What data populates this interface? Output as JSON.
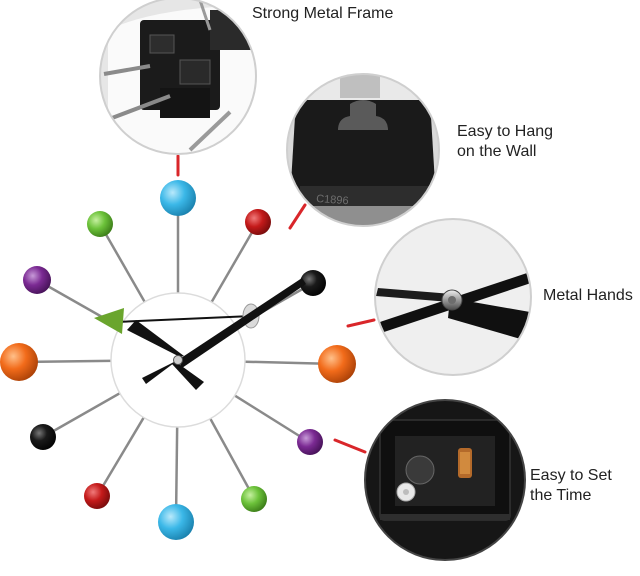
{
  "callouts": {
    "frame": "Strong Metal Frame",
    "hang": "Easy to Hang\non the Wall",
    "hands": "Metal Hands",
    "set_time": "Easy to Set\nthe Time"
  },
  "colors": {
    "connector": "#d9262a",
    "clock_face": "#ffffff",
    "spoke": "#8a8a8a",
    "hands": "#111111",
    "second_hand": "#6aa52d",
    "ball_colors": [
      "#3bb8e8",
      "#c41a1a",
      "#111111",
      "#f26b1a",
      "#7b2a93",
      "#6cc23a"
    ]
  }
}
